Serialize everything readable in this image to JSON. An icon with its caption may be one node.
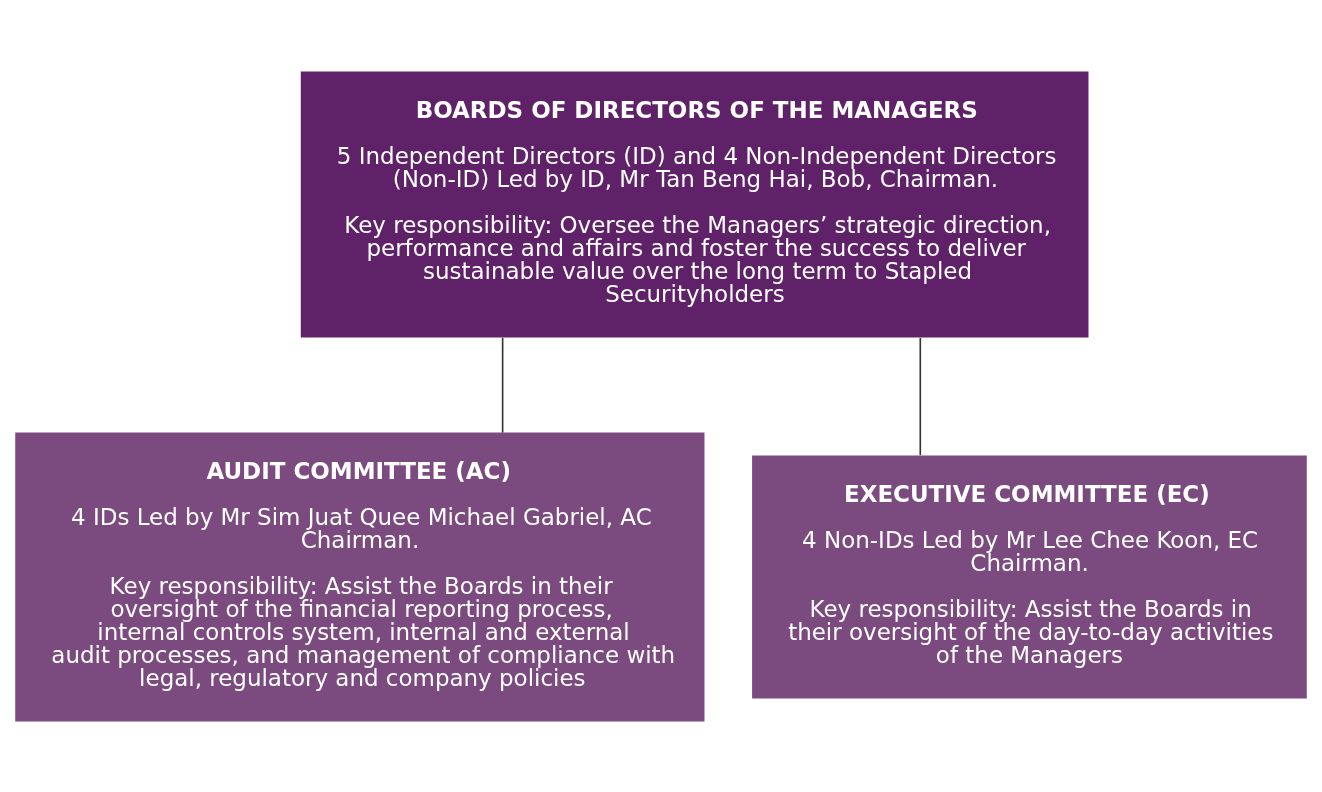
{
  "diagram": {
    "nodes": [
      {
        "text": [
          "BOARDS OF DIRECTORS OF THE MANAGERS",
          "5 Independent Directors (ID) and 4 Non-Independent Directors (Non-ID) Led by ID, Mr Tan Beng Hai, Bob, Chairman.",
          "Key responsibility: Oversee the Managers’ strategic direction, performance and affairs and foster the success to deliver sustainable value over the long term to Stapled Securityholders"
        ]
      },
      {
        "text": [
          "AUDIT COMMITTEE (AC)",
          "4 IDs Led by Mr Sim Juat Quee Michael Gabriel, AC Chairman.",
          "Key responsibility: Assist the Boards in their oversight of the financial reporting process, internal controls system, internal and external audit processes, and management of compliance with legal, regulatory and company policies"
        ]
      },
      {
        "text": [
          "EXECUTIVE COMMITTEE (EC)",
          "4 Non-IDs Led by Mr Lee Chee Koon, EC Chairman.",
          "Key responsibility: Assist the Boards in their oversight of the day-to-day activities of the Managers"
        ]
      }
    ],
    "edges": [
      {
        "from": 0,
        "to": 1,
        "arrow": "none"
      },
      {
        "from": 0,
        "to": 2,
        "arrow": "none"
      }
    ]
  }
}
